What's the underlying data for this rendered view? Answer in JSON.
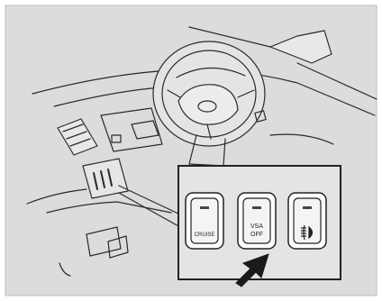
{
  "colors": {
    "background": "#dcdcdc",
    "line": "#2a2a2a",
    "inset_bg": "#e4e4e4",
    "switch_face": "#ffffff",
    "arrow": "#1a1a1a"
  },
  "switches": [
    {
      "id": "cruise",
      "label": "CRUISE",
      "icon": "indicator-light"
    },
    {
      "id": "vsa",
      "label_line1": "VSA",
      "label_line2": "OFF",
      "icon": "indicator-light",
      "highlighted": true
    },
    {
      "id": "fog",
      "label": "",
      "icon": "fog-light-icon"
    }
  ]
}
